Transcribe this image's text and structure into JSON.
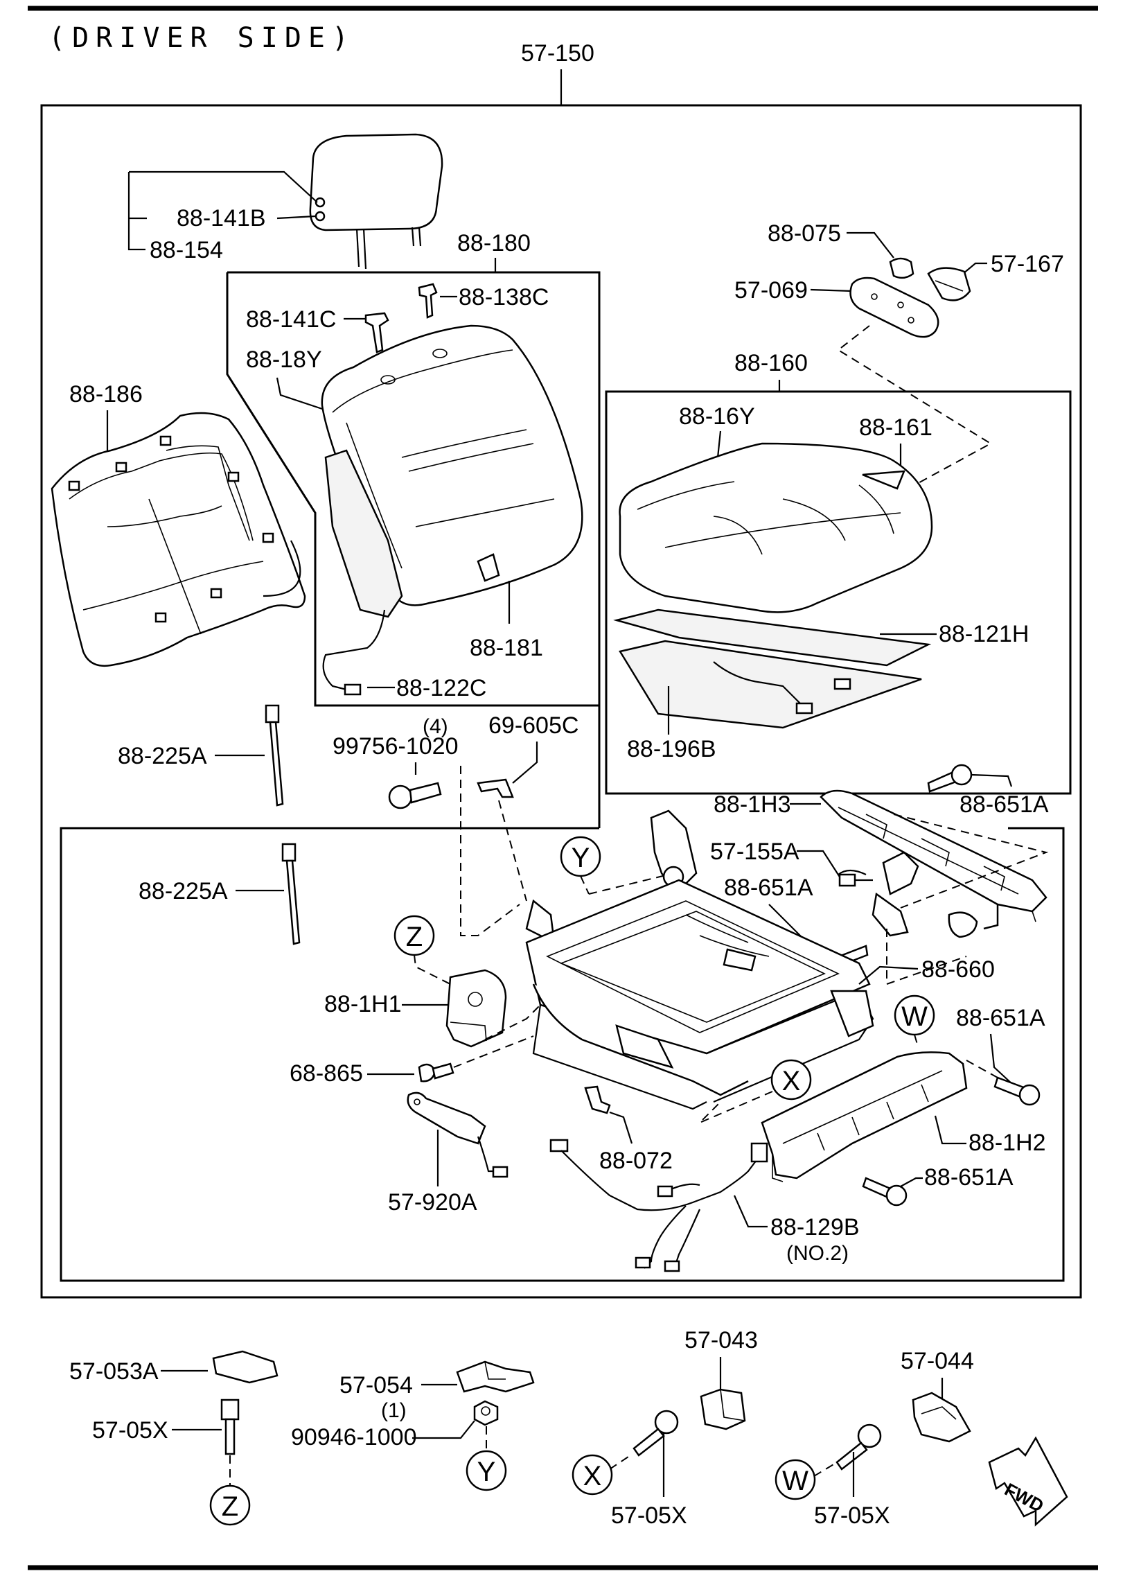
{
  "header": {
    "title": "(DRIVER SIDE)",
    "assembly_label": "57-150"
  },
  "labels": {
    "l_88_141B": "88-141B",
    "l_88_154": "88-154",
    "l_88_180": "88-180",
    "l_88_138C": "88-138C",
    "l_88_141C": "88-141C",
    "l_88_18Y": "88-18Y",
    "l_88_186": "88-186",
    "l_88_181": "88-181",
    "l_88_122C": "88-122C",
    "l_88_075": "88-075",
    "l_57_167": "57-167",
    "l_57_069": "57-069",
    "l_88_160": "88-160",
    "l_88_16Y": "88-16Y",
    "l_88_161": "88-161",
    "l_88_121H": "88-121H",
    "l_88_196B": "88-196B",
    "l_88_225A_1": "88-225A",
    "l_qty_4": "(4)",
    "l_99756_1020": "99756-1020",
    "l_69_605C": "69-605C",
    "l_88_651A_1": "88-651A",
    "l_88_1H3": "88-1H3",
    "l_57_155A": "57-155A",
    "l_88_651A_2": "88-651A",
    "l_88_225A_2": "88-225A",
    "l_88_660": "88-660",
    "l_88_1H1": "88-1H1",
    "l_88_651A_3": "88-651A",
    "l_68_865": "68-865",
    "l_88_1H2": "88-1H2",
    "l_88_072": "88-072",
    "l_88_651A_4": "88-651A",
    "l_57_920A": "57-920A",
    "l_88_129B": "88-129B",
    "l_no2": "(NO.2)",
    "l_57_053A": "57-053A",
    "l_57_05X_1": "57-05X",
    "l_57_054": "57-054",
    "l_qty_1": "(1)",
    "l_90946_1000": "90946-1000",
    "l_57_043": "57-043",
    "l_57_044": "57-044",
    "l_57_05X_2": "57-05X",
    "l_57_05X_3": "57-05X"
  },
  "refs": {
    "Y": "Y",
    "Z": "Z",
    "X": "X",
    "W": "W"
  },
  "fwd_label": "FWD"
}
